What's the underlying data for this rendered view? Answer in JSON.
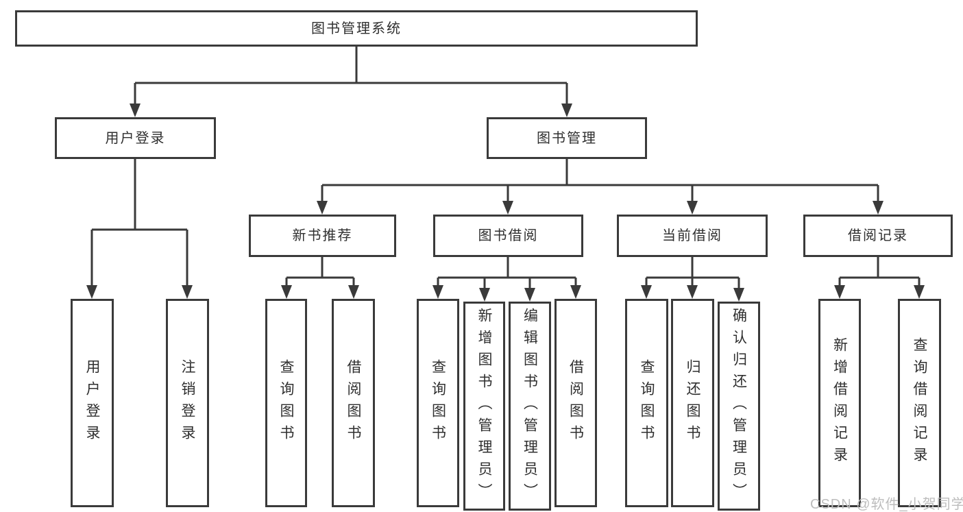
{
  "colors": {
    "line": "#3a3a3a",
    "text": "#2f2f2f",
    "background": "#ffffff",
    "watermark": "#bdbdbd"
  },
  "diagram": {
    "root": {
      "label": "图书管理系统"
    },
    "level2": [
      {
        "label": "用户登录"
      },
      {
        "label": "图书管理"
      }
    ],
    "level3": [
      {
        "label": "新书推荐"
      },
      {
        "label": "图书借阅"
      },
      {
        "label": "当前借阅"
      },
      {
        "label": "借阅记录"
      }
    ],
    "leaves": [
      {
        "label": "用户登录"
      },
      {
        "label": "注销登录"
      },
      {
        "label": "查询图书"
      },
      {
        "label": "借阅图书"
      },
      {
        "label": "查询图书"
      },
      {
        "label": "新增图书（管理员）"
      },
      {
        "label": "编辑图书（管理员）"
      },
      {
        "label": "借阅图书"
      },
      {
        "label": "查询图书"
      },
      {
        "label": "归还图书"
      },
      {
        "label": "确认归还（管理员）"
      },
      {
        "label": "新增借阅记录"
      },
      {
        "label": "查询借阅记录"
      }
    ]
  },
  "watermark": {
    "text": "CSDN @软件_小贺同学"
  }
}
